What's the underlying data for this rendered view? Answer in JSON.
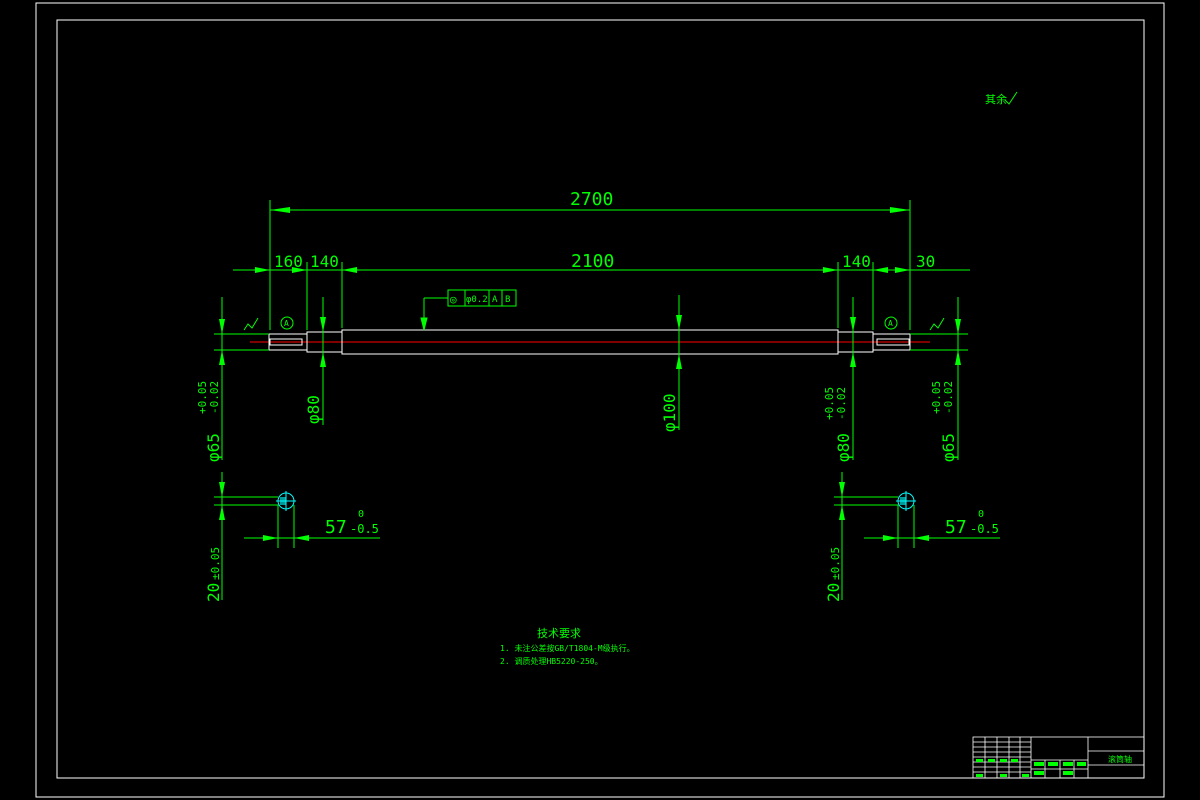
{
  "drawing": {
    "roughness_note": "其余",
    "dims": {
      "overall": "2700",
      "seg_left_end": "160",
      "seg_left_bearing": "140",
      "seg_middle": "2100",
      "seg_right_bearing": "140",
      "seg_right_end": "30"
    },
    "diameters": {
      "left_end": "φ65",
      "left_end_tol_upper": "+0.05",
      "left_end_tol_lower": "-0.02",
      "left_bearing": "φ80",
      "middle": "φ100",
      "right_bearing": "φ80",
      "right_bearing_tol_upper": "+0.05",
      "right_bearing_tol_lower": "-0.02",
      "right_end": "φ65",
      "right_end_tol_upper": "+0.05",
      "right_end_tol_lower": "-0.02"
    },
    "datum_label": "A",
    "tolerance_frame": {
      "symbol": "◎",
      "value": "φ0.2",
      "datum1": "A",
      "datum2": "B"
    },
    "keyway": {
      "width": "20",
      "width_tol": "±0.05",
      "depth": "57",
      "depth_tol_upper": "0",
      "depth_tol_lower": "-0.5"
    },
    "tech_requirements": {
      "title": "技术要求",
      "items": [
        "1. 未注公差按GB/T1804-M级执行。",
        "2. 调质处理HB5220-250。"
      ]
    },
    "title_block": {
      "name_cell": "滚筒轴"
    }
  }
}
